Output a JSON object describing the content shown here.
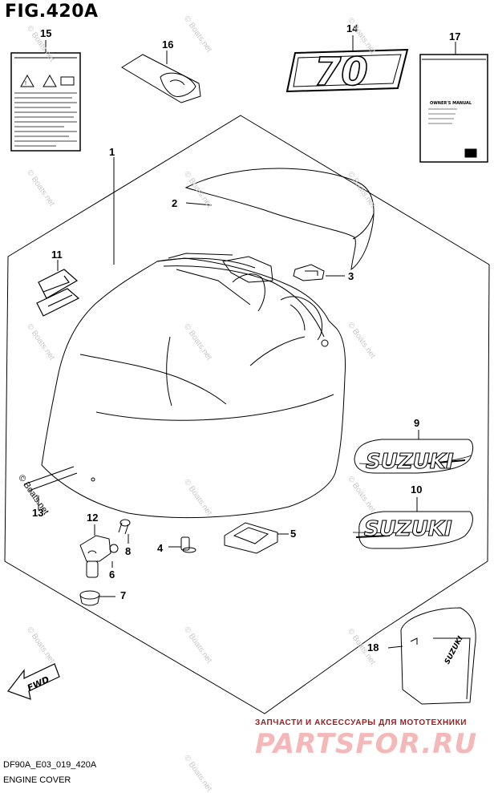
{
  "figure": {
    "title": "FIG.420A",
    "code": "DF90A_E03_019_420A",
    "name": "ENGINE COVER"
  },
  "callouts": {
    "c1": "1",
    "c2": "2",
    "c3": "3",
    "c4": "4",
    "c5": "5",
    "c6": "6",
    "c7": "7",
    "c8": "8",
    "c9": "9",
    "c10": "10",
    "c11": "11",
    "c12": "12",
    "c13": "13",
    "c14": "14",
    "c15": "15",
    "c16": "16",
    "c17": "17",
    "c18": "18"
  },
  "decals": {
    "brand": "SUZUKI",
    "model_number": "70",
    "bag_brand": "SUZUKI",
    "fwd": "FWD",
    "manual_title": "OWNER'S MANUAL"
  },
  "watermark": {
    "text": "© Boats.net"
  },
  "banner": {
    "line1": "ЗАПЧАСТИ И АКСЕССУАРЫ ДЛЯ МОТОТЕХНИКИ",
    "logo": "PARTSFOR.RU"
  },
  "colors": {
    "line": "#000000",
    "banner_red": "#9a1c1c",
    "banner_pink": "#f4b8b8",
    "watermark": "#c9c9c9"
  }
}
